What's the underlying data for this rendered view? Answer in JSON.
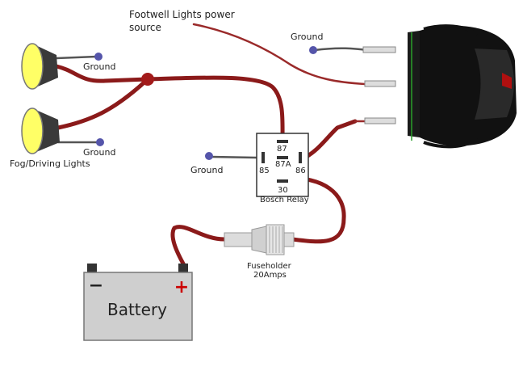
{
  "labels": {
    "power_source_line1": "Footwell Lights power",
    "power_source_line2": "source",
    "ground_switch": "Ground",
    "ground_lamp_top": "Ground",
    "ground_lamp_bottom": "Ground",
    "fog_lights": "Fog/Driving Lights",
    "ground_relay": "Ground",
    "relay_name": "Bosch Relay",
    "pin_87": "87",
    "pin_87a": "87A",
    "pin_85": "85",
    "pin_86": "86",
    "pin_30": "30",
    "fuse_line1": "Fuseholder",
    "fuse_line2": "20Amps",
    "battery": "Battery",
    "battery_neg": "−",
    "battery_pos": "+"
  },
  "colors": {
    "wire": "#8b1a1a",
    "ground_dot": "#5555aa",
    "lamp_lens": "#ffff66",
    "switch_body": "#111111",
    "battery_body": "#cfcfcf",
    "battery_pos": "#cc0000"
  }
}
